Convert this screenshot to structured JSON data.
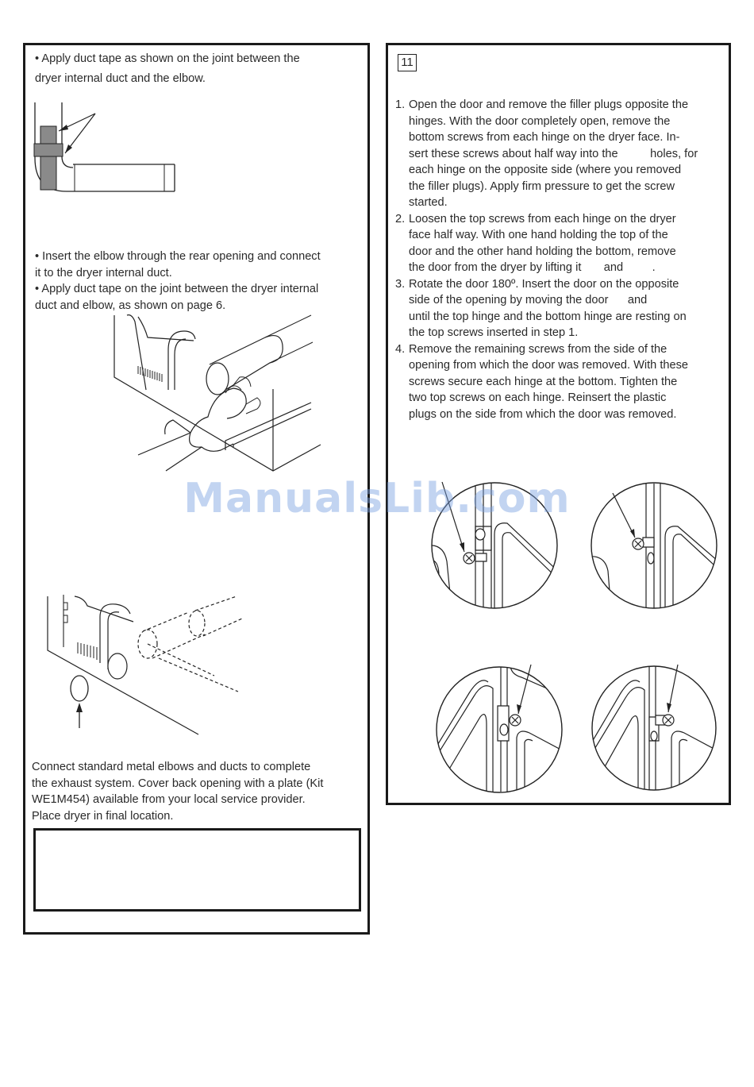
{
  "left_panel": {
    "bullet1": [
      "• Apply duct tape as shown on the joint between the",
      "dryer internal duct and the elbow."
    ],
    "bullet2": [
      "• Insert the elbow through the rear opening and connect",
      "it to the dryer internal duct."
    ],
    "bullet3": [
      "• Apply duct tape on the joint between the dryer internal",
      "duct and elbow, as shown on page 6."
    ],
    "connect_paragraph": [
      "Connect standard metal elbows and ducts to complete",
      "the exhaust system. Cover back opening with a plate (Kit",
      "WE1M454) available from your local service provider.",
      "Place dryer in final location."
    ]
  },
  "right_panel": {
    "step_number": "11",
    "steps": [
      {
        "num": "1.",
        "lines": [
          "Open the door and remove the filler plugs opposite the",
          "hinges. With the door completely open, remove the",
          "bottom screws from each hinge on the dryer face. In-",
          "sert these screws about half way into the          holes, for",
          "each hinge on the opposite side (where you removed",
          "the filler plugs). Apply firm pressure to get the screw",
          "started."
        ]
      },
      {
        "num": "2.",
        "lines": [
          "Loosen the top screws from each hinge on the dryer",
          "face half way. With one hand holding the top of the",
          "door and the other hand holding the bottom, remove",
          "the door from the dryer by lifting it       and         ."
        ]
      },
      {
        "num": "3.",
        "lines": [
          "Rotate the door 180º. Insert the door on the opposite",
          "side of the opening by moving the door      and",
          "until the top hinge and the bottom hinge are resting on",
          "the top screws inserted in step 1."
        ]
      },
      {
        "num": "4.",
        "lines": [
          "Remove the remaining screws from the side of the",
          "opening from which the door was removed. With these",
          "screws secure each hinge at the bottom. Tighten the",
          "two top screws on each hinge. Reinsert the plastic",
          "plugs on the side from which the door was removed."
        ]
      }
    ]
  },
  "watermark": "ManualsLib.com"
}
